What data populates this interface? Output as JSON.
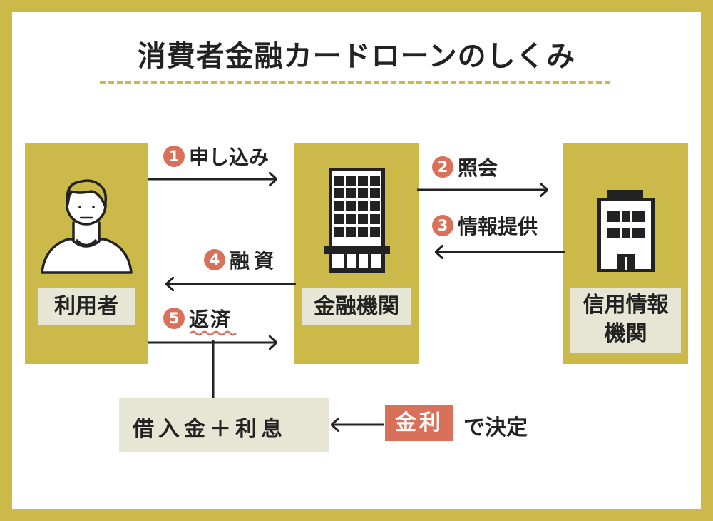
{
  "title": "消費者金融カードローンのしくみ",
  "nodes": {
    "user": "利用者",
    "bank": "金融機関",
    "credit_line1": "信用情報",
    "credit_line2": "機関"
  },
  "steps": {
    "s1": {
      "num": "1",
      "label": "申し込み"
    },
    "s2": {
      "num": "2",
      "label": "照会"
    },
    "s3": {
      "num": "3",
      "label": "情報提供"
    },
    "s4": {
      "num": "4",
      "label": "融資"
    },
    "s5": {
      "num": "5",
      "label": "返済"
    }
  },
  "repayment_box": {
    "text": "借入金＋利息"
  },
  "interest_note": {
    "badge": "金利",
    "text": "で決定"
  },
  "colors": {
    "frame": "#cbb94a",
    "label_bg": "#e7e5d3",
    "accent": "#d9705a",
    "ink": "#222222"
  }
}
